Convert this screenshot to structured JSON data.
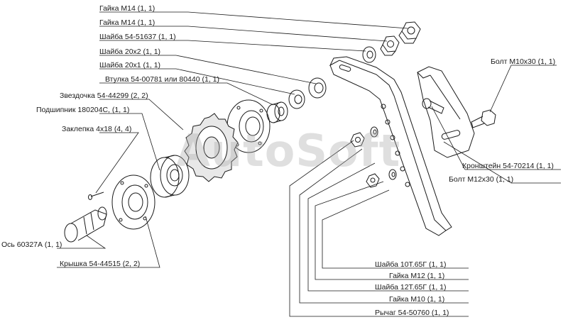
{
  "labels": {
    "nut_m14_1": "Гайка М14 (1, 1)",
    "nut_m14_2": "Гайка М14 (1, 1)",
    "washer_51637": "Шайба 54-51637 (1, 1)",
    "washer_20x2": "Шайба 20х2 (1, 1)",
    "washer_20x1": "Шайба 20х1 (1, 1)",
    "bushing": "Втулка 54-00781 или 80440 (1, 1)",
    "sprocket": "Звездочка 54-44299 (2, 2)",
    "bearing": "Подшипник 180204С, (1, 1)",
    "rivet": "Заклепка 4х18 (4, 4)",
    "axle": "Ось 60327А (1, 1)",
    "cover": "Крышка 54-44515 (2, 2)",
    "bolt_m10": "Болт М10х30 (1, 1)",
    "bracket": "Кронштейн 54-70214 (1, 1)",
    "bolt_m12": "Болт М12х30 (1, 1)",
    "washer_10t": "Шайба 10Т.65Г (1, 1)",
    "nut_m12": "Гайка М12 (1, 1)",
    "washer_12t": "Шайба 12Т.65Г (1, 1)",
    "nut_m10": "Гайка  М10 (1, 1)",
    "lever": "Рычаг 54-50760 (1, 1)"
  },
  "watermark": "AutoSoft"
}
